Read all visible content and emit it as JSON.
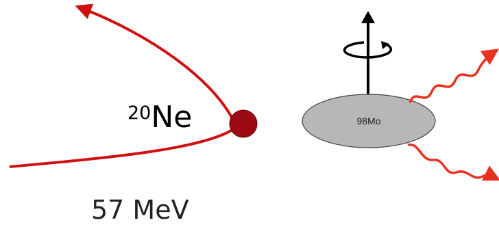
{
  "projectile": {
    "mass_number": "20",
    "symbol": "Ne"
  },
  "beam": {
    "energy_label": "57 MeV"
  },
  "target": {
    "label": "98Mo"
  },
  "colors": {
    "trajectory": "#d01010",
    "projectile_fill": "#9b0a14",
    "target_fill": "#b7b7b7",
    "gamma": "#e8321e",
    "spin_axis": "#000000"
  },
  "icons": {
    "spin": "rotation-arrow-icon",
    "gamma": "wavy-arrow-icon"
  }
}
